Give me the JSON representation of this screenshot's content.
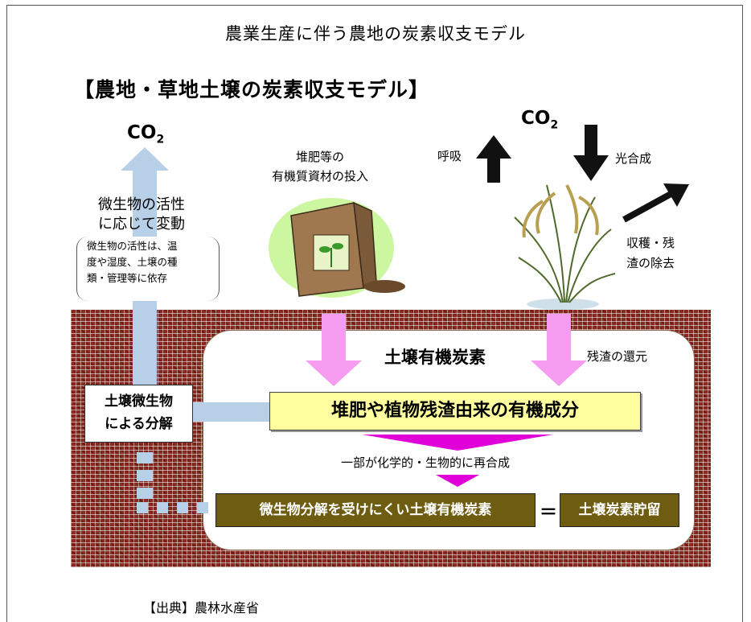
{
  "page_title": "農業生産に伴う農地の炭素収支モデル",
  "diagram": {
    "heading": "【農地・草地土壌の炭素収支モデル】",
    "co2_left": "CO",
    "co2_left_sub": "2",
    "co2_right": "CO",
    "co2_right_sub": "2",
    "microbe_activity_line1": "微生物の活性",
    "microbe_activity_line2": "に応じて変動",
    "note_line1": "微生物の活性は、温",
    "note_line2": "度や湿度、土壌の種",
    "note_line3": "類・管理等に依存",
    "compost_line1": "堆肥等の",
    "compost_line2": "有機質資材の投入",
    "respiration": "呼吸",
    "photosynthesis": "光合成",
    "harvest_line1": "収穫・残",
    "harvest_line2": "渣の除去",
    "soil_organic_carbon": "土壌有機炭素",
    "residue_return": "残渣の還元",
    "decomposition_line1": "土壌微生物",
    "decomposition_line2": "による分解",
    "organic_components": "堆肥や植物残渣由来の有機成分",
    "resynthesis": "一部が化学的・生物的に再合成",
    "resistant_carbon": "微生物分解を受けにくい土壌有機炭素",
    "equals": "＝",
    "carbon_storage": "土壌炭素貯留"
  },
  "source": "【出典】農林水産省",
  "colors": {
    "soil": "#8a2a22",
    "light_blue_arrow": "#b8cfe8",
    "pink_arrow": "#f59cf0",
    "magenta": "#e000d8",
    "yellow_box": "#ffffa0",
    "olive_box": "#6e5d10"
  }
}
